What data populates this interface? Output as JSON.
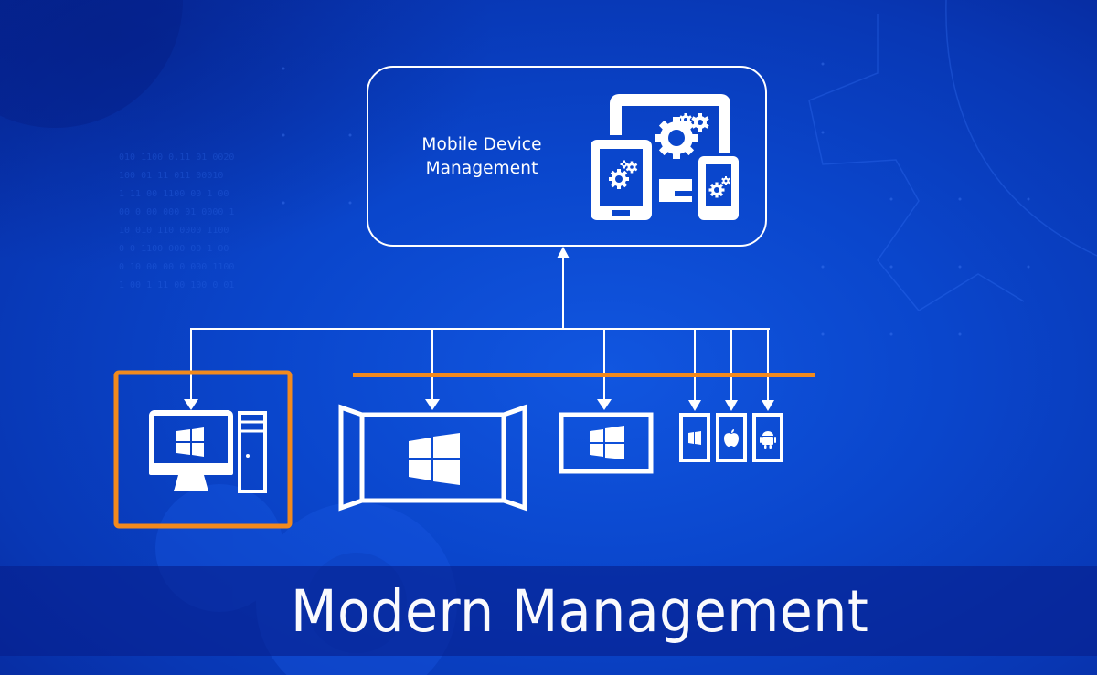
{
  "title": "Modern Management",
  "mdm": {
    "label_line1": "Mobile Device",
    "label_line2": "Management",
    "icon": "devices-with-gears-icon"
  },
  "colors": {
    "background": "#0a46cc",
    "band": "#0a2fa0",
    "line": "#ffffff",
    "highlight": "#f28a1e"
  },
  "devices": [
    {
      "name": "desktop-pc",
      "icon": "desktop-monitor-and-tower-icon",
      "os": "windows",
      "highlighted": true
    },
    {
      "name": "surface-hub",
      "icon": "large-display-icon",
      "os": "windows",
      "highlighted": false
    },
    {
      "name": "tablet",
      "icon": "tablet-icon",
      "os": "windows",
      "highlighted": false
    },
    {
      "name": "windows-phone",
      "icon": "phone-icon",
      "os": "windows",
      "highlighted": false
    },
    {
      "name": "iphone",
      "icon": "phone-icon",
      "os": "apple",
      "highlighted": false
    },
    {
      "name": "android-phone",
      "icon": "phone-icon",
      "os": "android",
      "highlighted": false
    }
  ]
}
